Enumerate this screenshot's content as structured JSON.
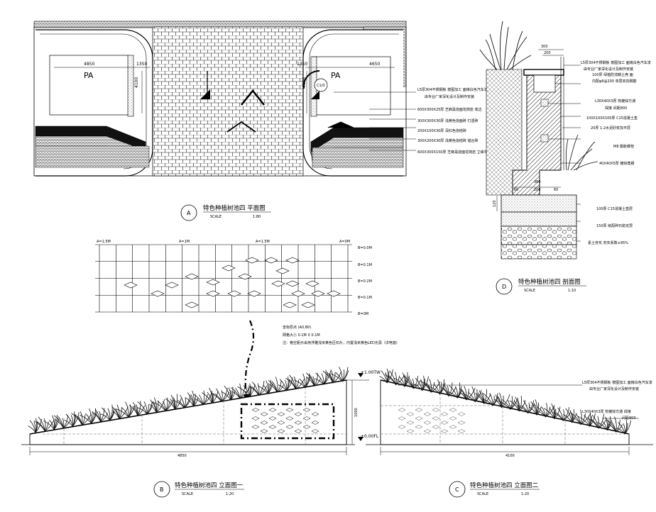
{
  "planA": {
    "dims": {
      "left_w": "4850",
      "left_small": "1350",
      "right_small": "1350",
      "right_w": "4650",
      "left_h": "4100",
      "right_h": "4100"
    },
    "pa_left": "PA",
    "pa_right": "PA",
    "c_marker": "C1/0",
    "title_letter": "A",
    "title": "特色种植树池四 平面图",
    "scale_label": "SCALE",
    "scale_value": "1:80",
    "notes": [
      "L5厚304不锈钢板 按图加工 面烤白色汽车漆",
      "由专业厂家深化设计及制作安装",
      "600X300X25厚 芝麻黑烧面花岗岩 收边",
      "300X300X30厚 浅黄色烧面砖 打透砖",
      "200X100X30厚 深红色烧结砖",
      "300X200X30厚 浅黄色烧结砖 错台砖",
      "600X300X150厚 芝麻黑烧面花岗岩 立缘平"
    ]
  },
  "sectionD": {
    "dims": {
      "top1": "300",
      "top2": "200",
      "b1": "60",
      "b2": "200",
      "b3": "360",
      "b4": "60",
      "h1": "120"
    },
    "notes": [
      "L5厚304不锈钢板 按图加工 面烤白色汽车漆",
      "由专业厂家深化设计及制作安装",
      "100厚 绿植防流鳗土壳 面",
      "内配φ8@200 单层双向钢筋",
      "L30X40X3厚 热镀锌方通",
      "焊接 间距800",
      "100X100X100厚 C15混凝土垫",
      "20厚 1:2水泥砂浆找平层",
      "M8 膨胀螺栓",
      "40X40X5厚 镀锌角钢",
      "100厚 C15混凝土垫层",
      "150厚 级配碎石稳定层",
      "素土夯实 夯实系数≥95%"
    ],
    "title_letter": "D",
    "title": "特色种植树池四 剖面图",
    "scale_label": "SCALE",
    "scale_value": "1:10"
  },
  "grid": {
    "top_labels": [
      "A=1.5M",
      "A=1M",
      "A=1.5M",
      "A=0M"
    ],
    "right_labels": [
      "B=0.0M",
      "B=0.1M",
      "B=0.2M",
      "B=0.1M",
      "B=0M"
    ],
    "notes": [
      "坐标原点 (A0,B0)",
      "网格大小 0.1M X 0.1M",
      "注：格空距示采用浮雕浅米黄色压石片，内置浅米黄色LED光源（详电施）"
    ]
  },
  "elevB": {
    "level_top": "+1.00TW",
    "level_bottom": "±0.00FL",
    "height": "1000",
    "width": "4850",
    "title_letter": "B",
    "title": "特色种植树池四 立面图一",
    "scale_label": "SCALE",
    "scale_value": "1:20"
  },
  "elevC": {
    "width": "4100",
    "notes": [
      "L5厚304不锈钢板 按图加工 面烤白色汽车漆",
      "由专业厂家深化设计及制作安装",
      "L30X40X3厚 热镀锌方通 焊接",
      "间距800"
    ],
    "title_letter": "C",
    "title": "特色种植树池四 立面图二",
    "scale_label": "SCALE",
    "scale_value": "1:20"
  }
}
